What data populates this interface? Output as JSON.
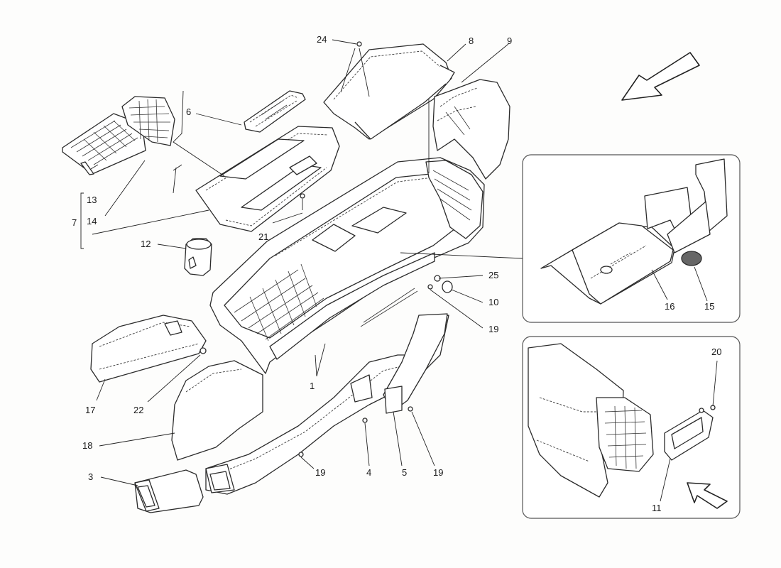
{
  "callouts": {
    "c1": "1",
    "c3": "3",
    "c4": "4",
    "c5": "5",
    "c6": "6",
    "c7": "7",
    "c8": "8",
    "c9": "9",
    "c10": "10",
    "c11": "11",
    "c12": "12",
    "c13": "13",
    "c14": "14",
    "c15": "15",
    "c16": "16",
    "c17": "17",
    "c18": "18",
    "c19a": "19",
    "c19b": "19",
    "c19c": "19",
    "c20": "20",
    "c21": "21",
    "c22": "22",
    "c24": "24",
    "c25": "25"
  }
}
